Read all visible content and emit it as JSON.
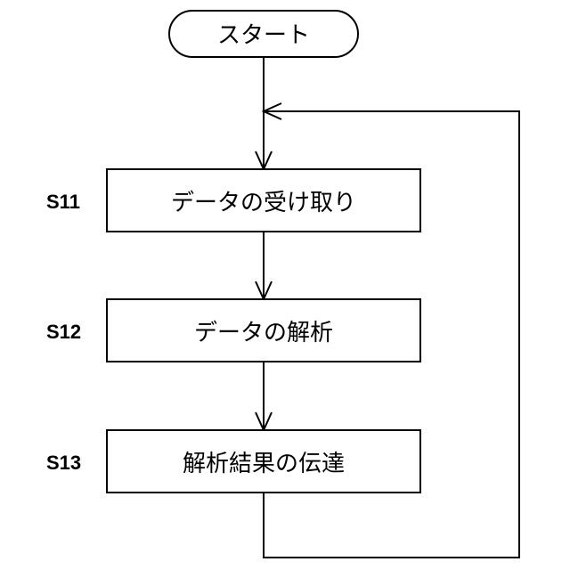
{
  "flowchart": {
    "start": {
      "label": "スタート"
    },
    "steps": [
      {
        "id": "S11",
        "label": "データの受け取り"
      },
      {
        "id": "S12",
        "label": "データの解析"
      },
      {
        "id": "S13",
        "label": "解析結果の伝達"
      }
    ]
  }
}
